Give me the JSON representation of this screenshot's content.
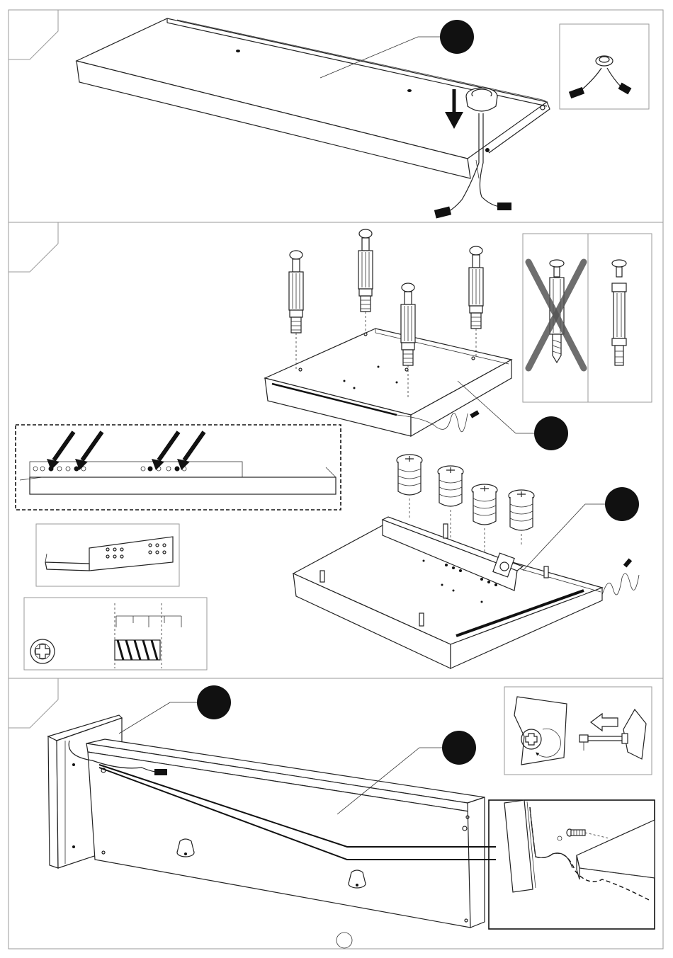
{
  "document": {
    "type": "assembly-instructions",
    "steps": [
      {
        "id": "step-1",
        "inset": "wire-grommet-detail"
      },
      {
        "id": "step-2",
        "insets": [
          "cam-bolt-correct-vs-incorrect",
          "drawer-slide-hole-detail",
          "drawer-slide-side-view",
          "cam-dowel-detail"
        ]
      },
      {
        "id": "step-3",
        "insets": [
          "cam-lock-rotation-detail",
          "wire-routing-zoom-detail"
        ]
      }
    ],
    "colors": {
      "line": "#222222",
      "callout": "#111111",
      "cross_mark": "#555555",
      "frame": "#9a9a9a"
    }
  }
}
